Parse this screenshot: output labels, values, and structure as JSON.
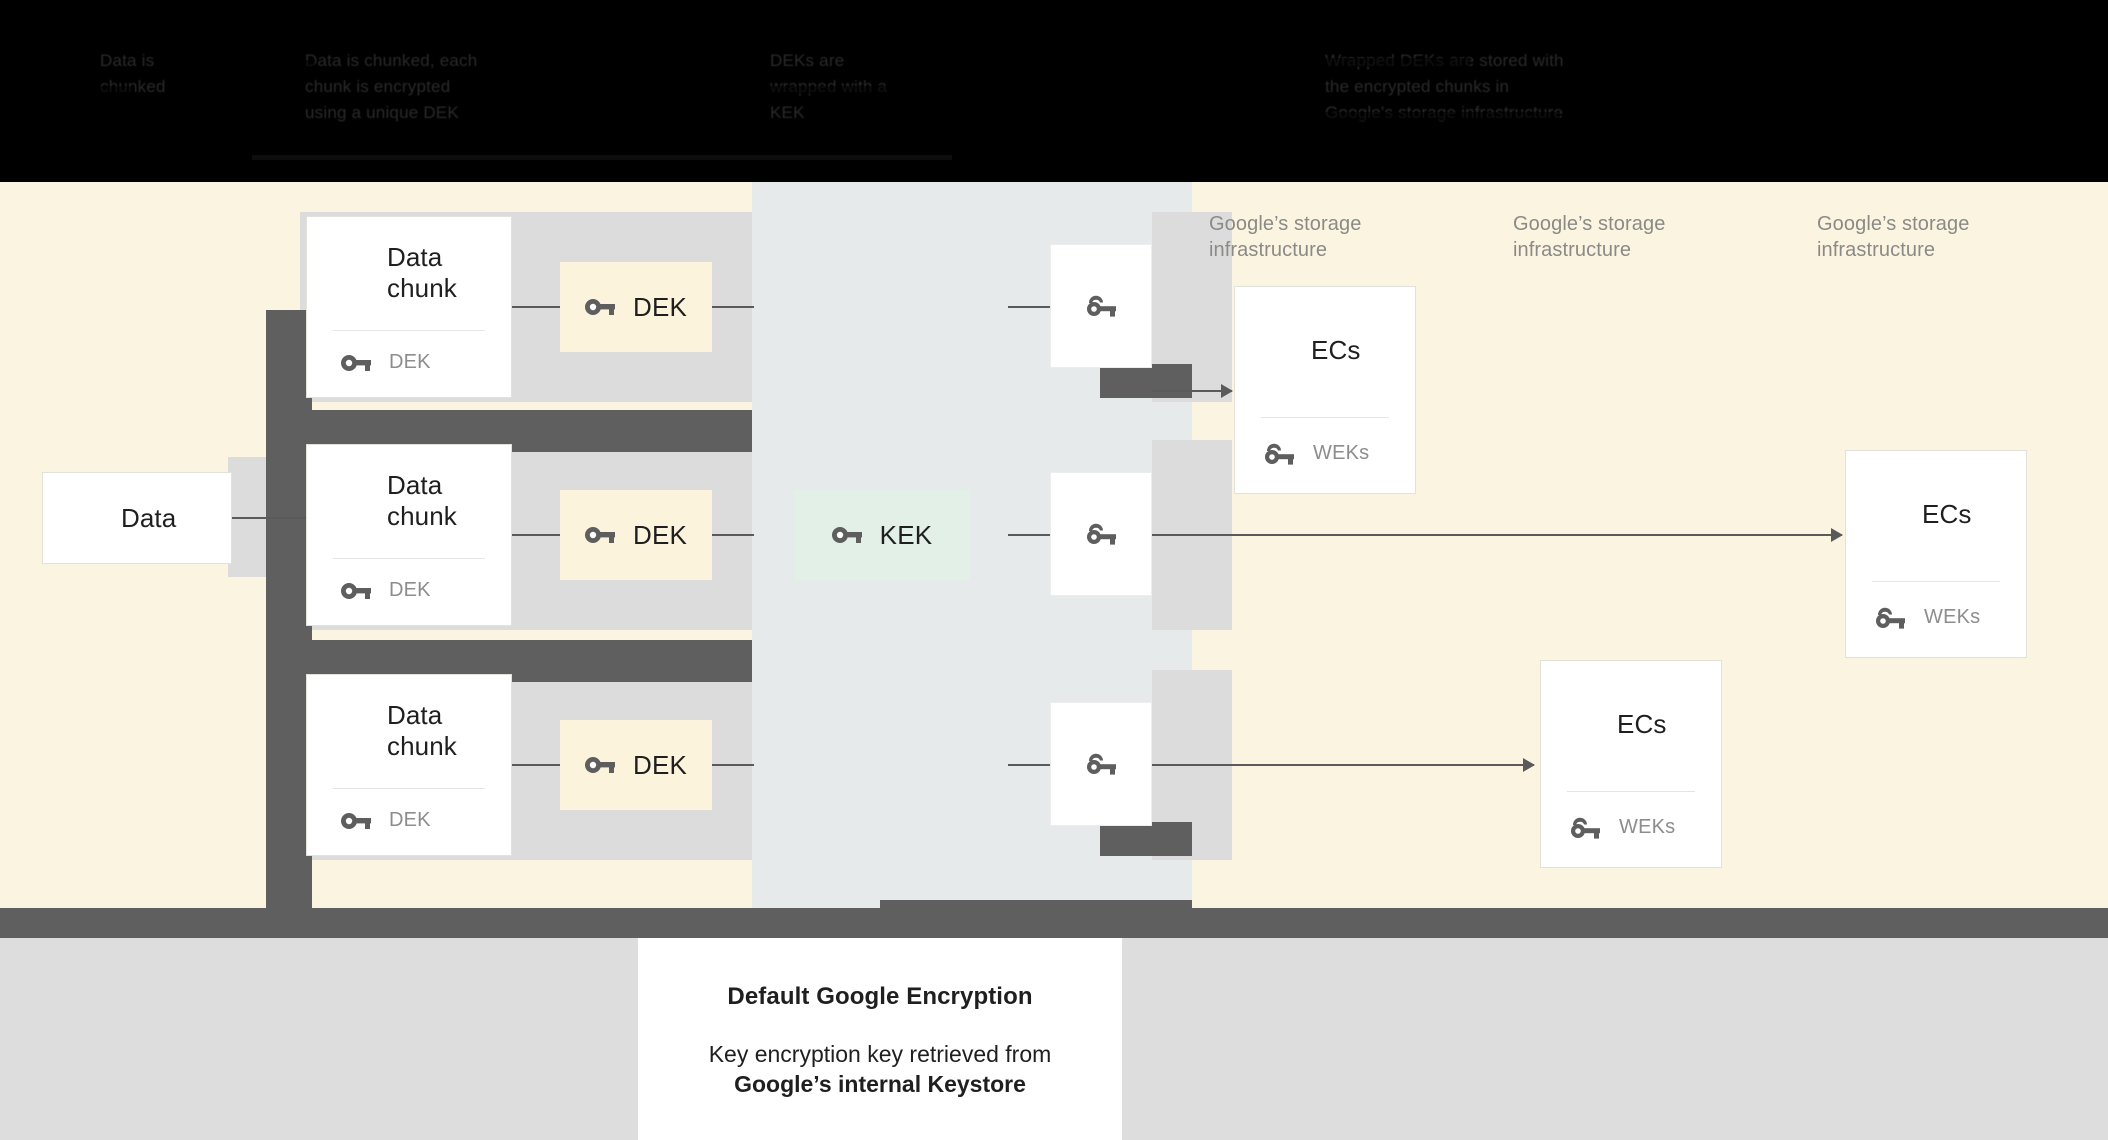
{
  "header": {
    "note": "top strip is dark/obscured text",
    "columns": [
      {
        "line1": "Data is",
        "line2": "chunked",
        "line3": ""
      },
      {
        "line1": "Data is chunked, each",
        "line2": "chunk is encrypted",
        "line3": "using a unique DEK"
      },
      {
        "line1": "DEKs are",
        "line2": "wrapped with a",
        "line3": "KEK"
      },
      {
        "line1": "Wrapped DEKs are stored with",
        "line2": "the encrypted chunks in",
        "line3": "Google's storage infrastructure"
      }
    ]
  },
  "diagram": {
    "source": {
      "title": "Data",
      "icon": "server-stack-icon"
    },
    "chunks": [
      {
        "title": "Data chunk",
        "key_label": "DEK",
        "icon": "server-stack-icon",
        "key_icon": "key-icon"
      },
      {
        "title": "Data chunk",
        "key_label": "DEK",
        "icon": "server-stack-icon",
        "key_icon": "key-icon"
      },
      {
        "title": "Data chunk",
        "key_label": "DEK",
        "icon": "server-stack-icon",
        "key_icon": "key-icon"
      }
    ],
    "dek_boxes": [
      {
        "label": "DEK",
        "icon": "key-icon"
      },
      {
        "label": "DEK",
        "icon": "key-icon"
      },
      {
        "label": "DEK",
        "icon": "key-icon"
      }
    ],
    "kek": {
      "label": "KEK",
      "icon": "key-icon"
    },
    "wrapped_keys": [
      {
        "icon": "wrapped-key-icon"
      },
      {
        "icon": "wrapped-key-icon"
      },
      {
        "icon": "wrapped-key-icon"
      }
    ],
    "infra_labels": [
      "Google’s storage infrastructure",
      "Google’s storage infrastructure",
      "Google’s storage infrastructure"
    ],
    "ec_cards": [
      {
        "title": "ECs",
        "key_label": "WEKs",
        "icon": "server-stack-icon",
        "key_icon": "wrapped-key-icon"
      },
      {
        "title": "ECs",
        "key_label": "WEKs",
        "icon": "server-stack-icon",
        "key_icon": "wrapped-key-icon"
      },
      {
        "title": "ECs",
        "key_label": "WEKs",
        "icon": "server-stack-icon",
        "key_icon": "wrapped-key-icon"
      }
    ]
  },
  "caption": {
    "title": "Default Google Encryption",
    "line1": "Key encryption key retrieved from",
    "line2": "Google’s internal Keystore"
  },
  "colors": {
    "page_background": "#FBF4E1",
    "mid_column": "#E6EAEB",
    "panel_gray": "#DCDCDC",
    "band_gray": "#5F5F5F",
    "dek_box": "#FCF3DC",
    "kek_box": "#E2F0E7",
    "bottom_area": "#DDDDDD",
    "icon_gray": "#5E5E5E",
    "sub_text": "#8D8D8D",
    "infra_text": "#8A8A86"
  }
}
